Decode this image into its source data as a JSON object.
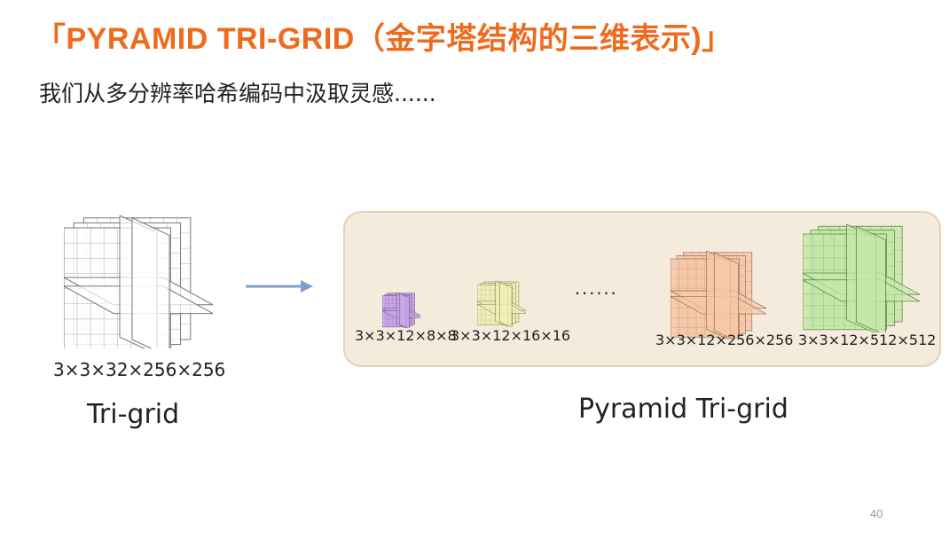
{
  "title": "「PYRAMID TRI-GRID（金字塔结构的三维表示)」",
  "subtitle": "我们从多分辨率哈希编码中汲取灵感......",
  "left": {
    "dims_label": "3×3×32×256×256",
    "name": "Tri-grid",
    "colors": {
      "fill": "#ffffff",
      "stroke": "#777777"
    }
  },
  "pyramid": {
    "name": "Pyramid Tri-grid",
    "ellipsis": "......",
    "levels": [
      {
        "label": "3×3×12×8×8",
        "fill": "#c8a8e6",
        "stroke": "#6a4a8a"
      },
      {
        "label": "3×3×12×16×16",
        "fill": "#f2f0b8",
        "stroke": "#7a7a50"
      },
      {
        "label": "3×3×12×256×256",
        "fill": "#f6c8a8",
        "stroke": "#8a6a50"
      },
      {
        "label": "3×3×12×512×512",
        "fill": "#c4e8a8",
        "stroke": "#5a8a4a"
      }
    ]
  },
  "page_number": "40"
}
